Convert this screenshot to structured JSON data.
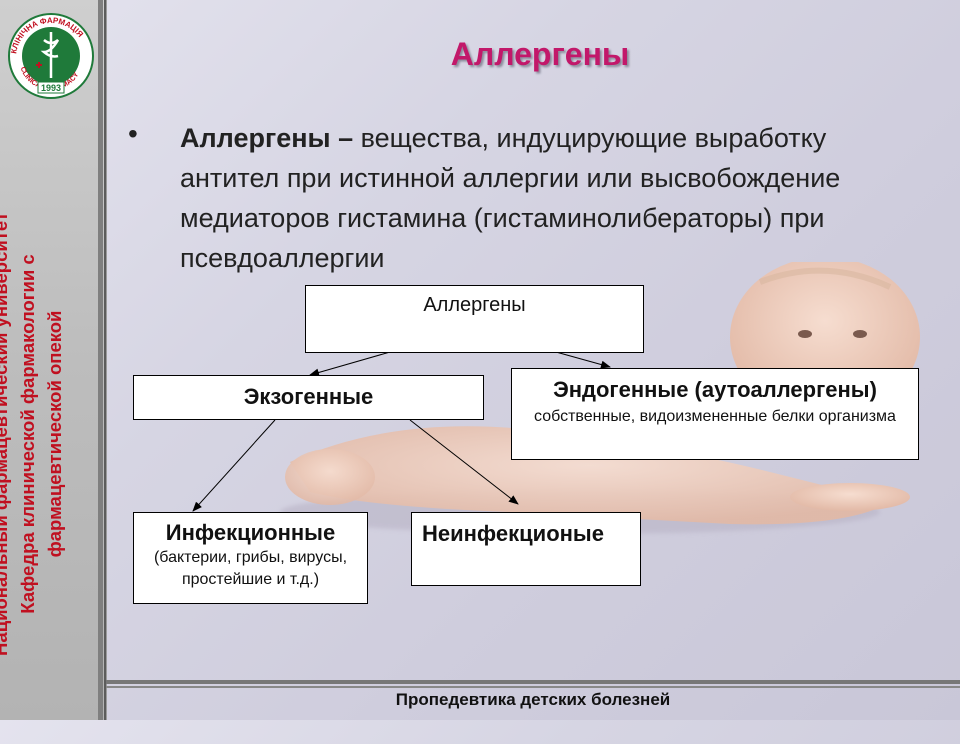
{
  "sidebar": {
    "logo_text_top": "КЛІНІЧНА ФАРМАЦІЯ",
    "logo_text_bottom": "CLINICALPHARMACY",
    "logo_year": "1993",
    "vertical_line1": "Национальный фармацевтический университет",
    "vertical_line2": "Кафедра клинической фармакологии с",
    "vertical_line3": "фармацевтической опекой"
  },
  "slide": {
    "title": "Аллергены",
    "bullet": "•",
    "term": "Аллергены –",
    "definition": " вещества, индуцирующие выработку антител при истинной аллергии или высвобождение медиаторов гистамина (гистаминолибераторы) при псевдоаллергии"
  },
  "diagram": {
    "root": "Аллергены",
    "exogenous": "Экзогенные",
    "endogenous_title": "Эндогенные (аутоаллергены)",
    "endogenous_desc": "собственные, видоизмененные белки организма",
    "infectious_title": "Инфекционные",
    "infectious_desc": "(бактерии, грибы, вирусы, простейшие и т.д.)",
    "noninfectious_title": "Неинфекционые"
  },
  "footer": {
    "text": "Пропедевтика детских болезней"
  },
  "colors": {
    "title": "#c2186a",
    "sidebar_text": "#c01020",
    "logo_green": "#1f7a3a"
  }
}
